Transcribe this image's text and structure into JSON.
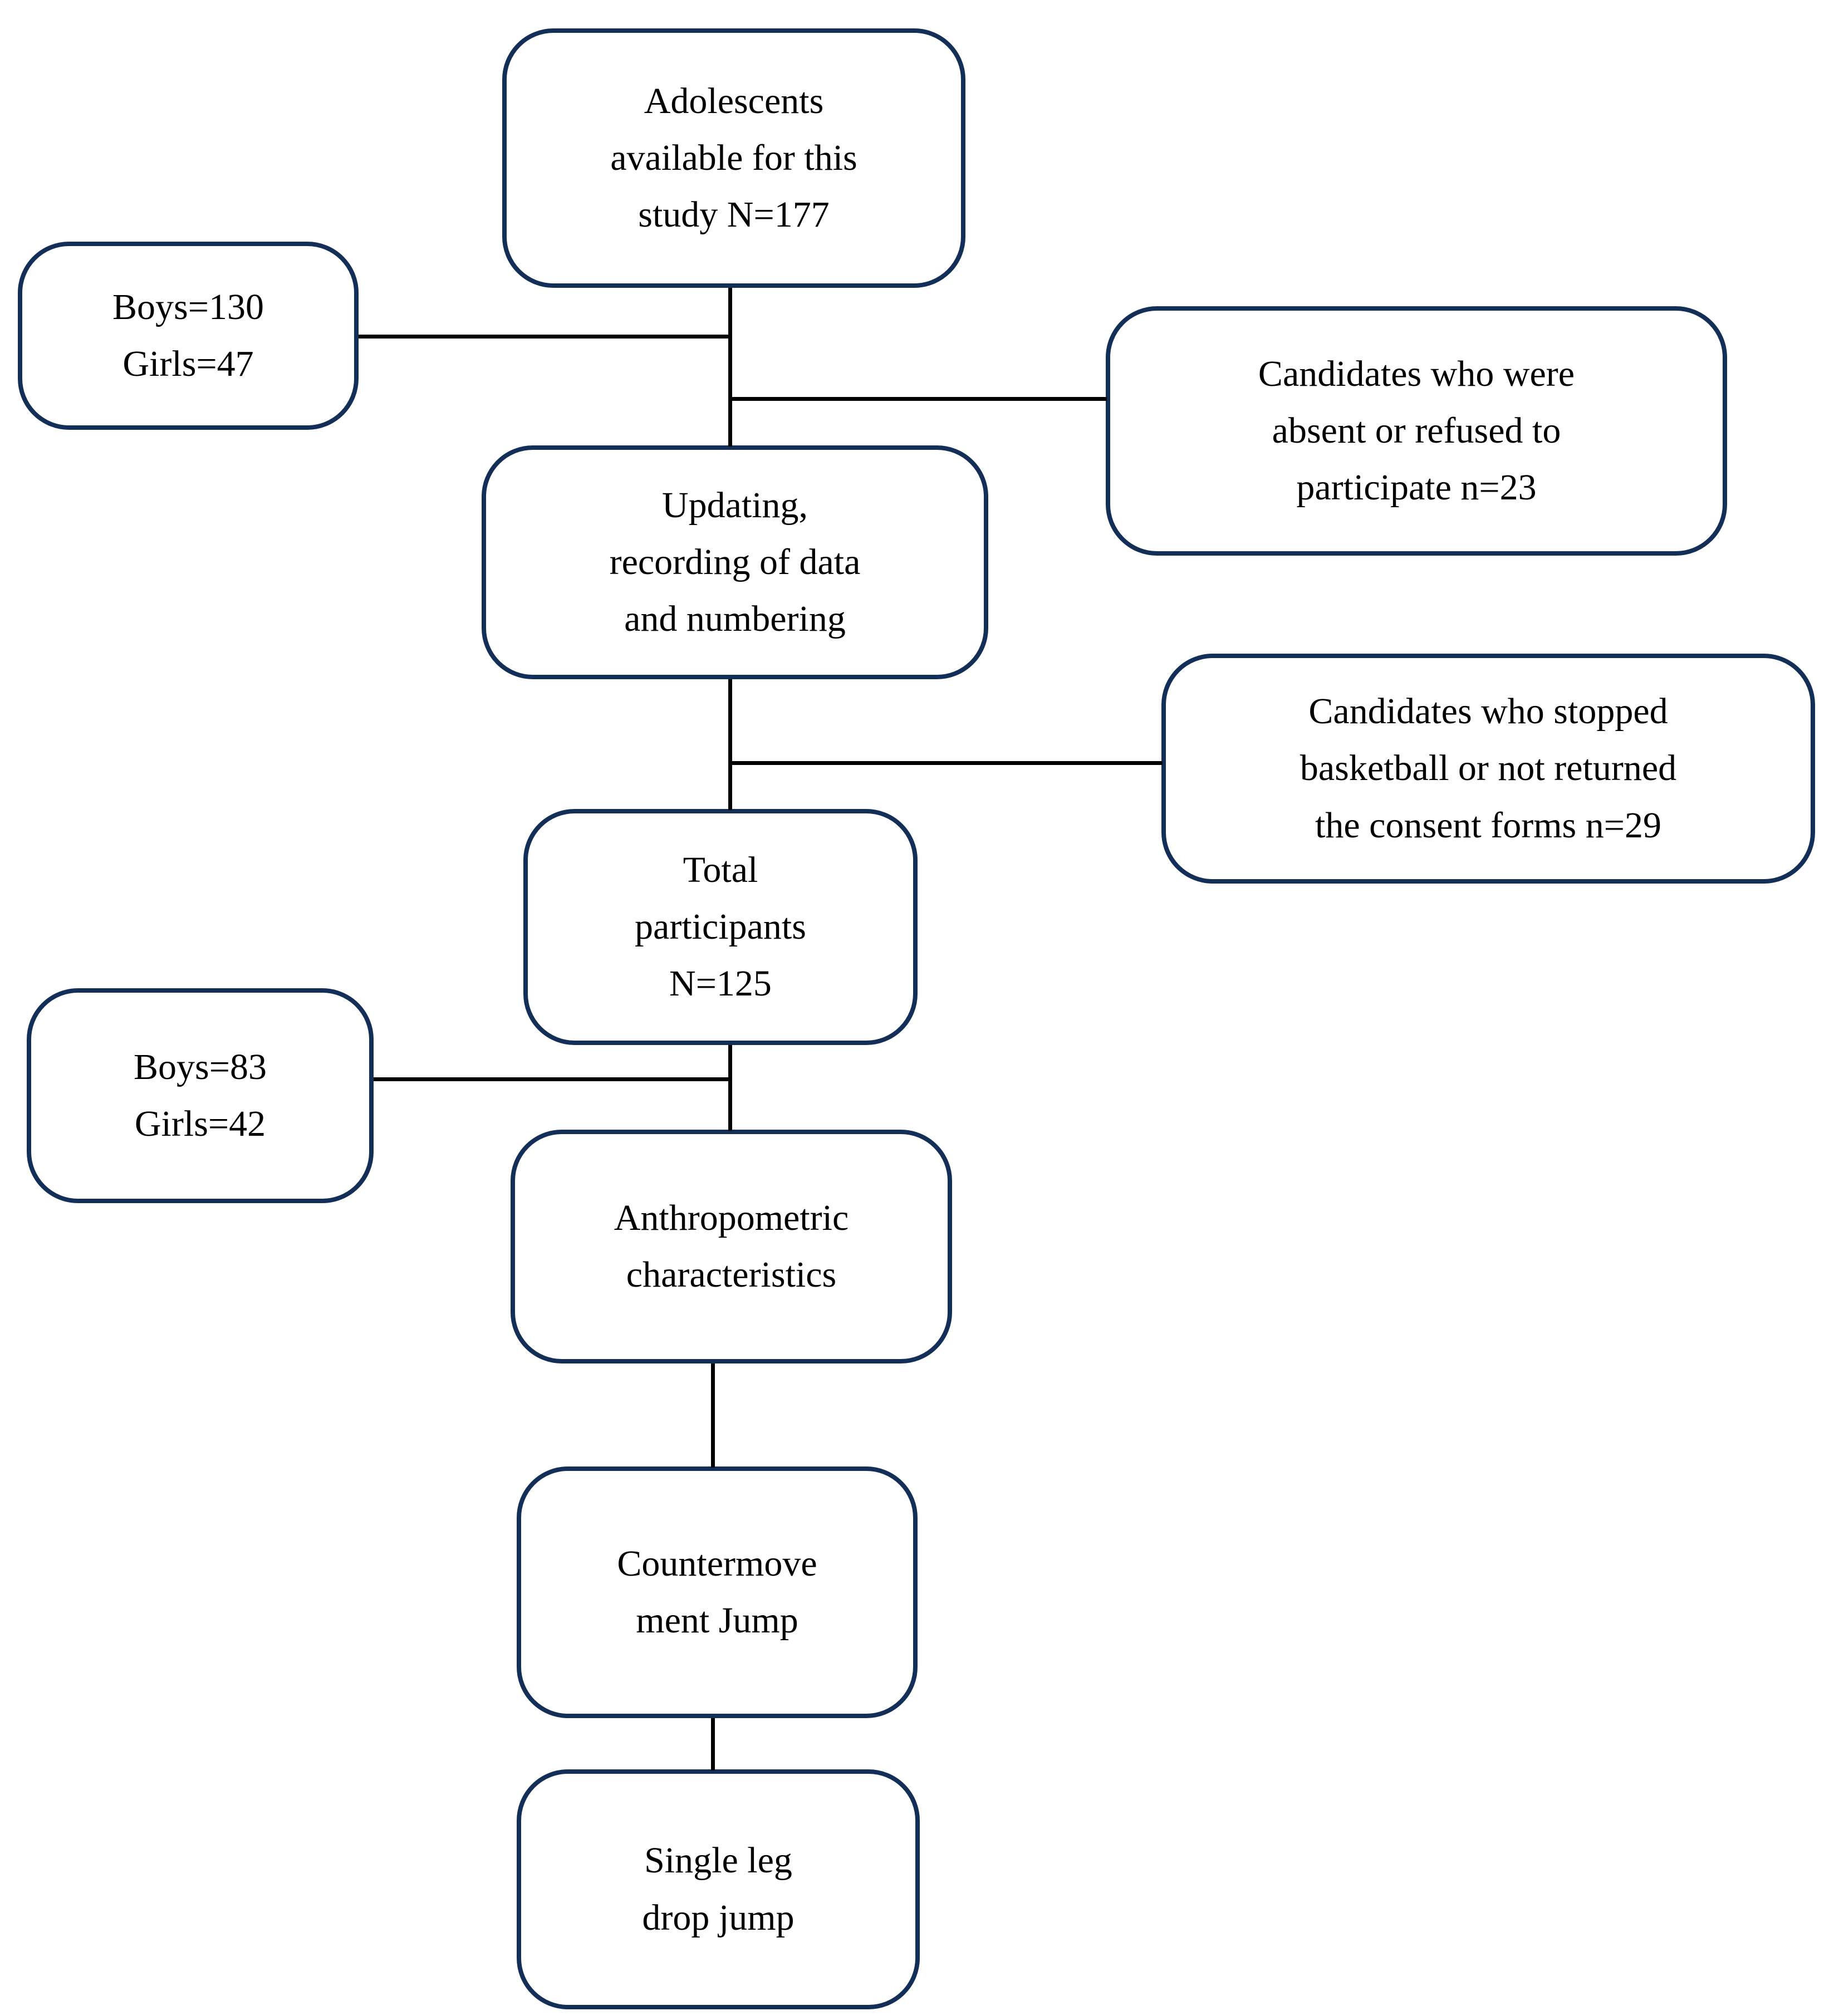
{
  "colors": {
    "box_border": "#132f58",
    "connector": "#000000",
    "text": "#000000",
    "background": "#ffffff"
  },
  "boxes": {
    "adolescents": {
      "text": "Adolescents\navailable for this\nstudy N=177"
    },
    "boys_girls_initial": {
      "text": "Boys=130\nGirls=47"
    },
    "absent_refused": {
      "text": "Candidates who were\nabsent or refused to\nparticipate n=23"
    },
    "updating": {
      "text": "Updating,\nrecording of data\nand numbering"
    },
    "stopped_basketball": {
      "text": "Candidates who stopped\nbasketball or not returned\nthe consent forms n=29"
    },
    "total_participants": {
      "text": "Total\nparticipants\nN=125"
    },
    "boys_girls_final": {
      "text": "Boys=83\nGirls=42"
    },
    "anthropometric": {
      "text": "Anthropometric\ncharacteristics"
    },
    "countermovement_jump": {
      "text": "Countermove\nment Jump"
    },
    "single_leg_drop_jump": {
      "text": "Single leg\ndrop jump"
    }
  }
}
